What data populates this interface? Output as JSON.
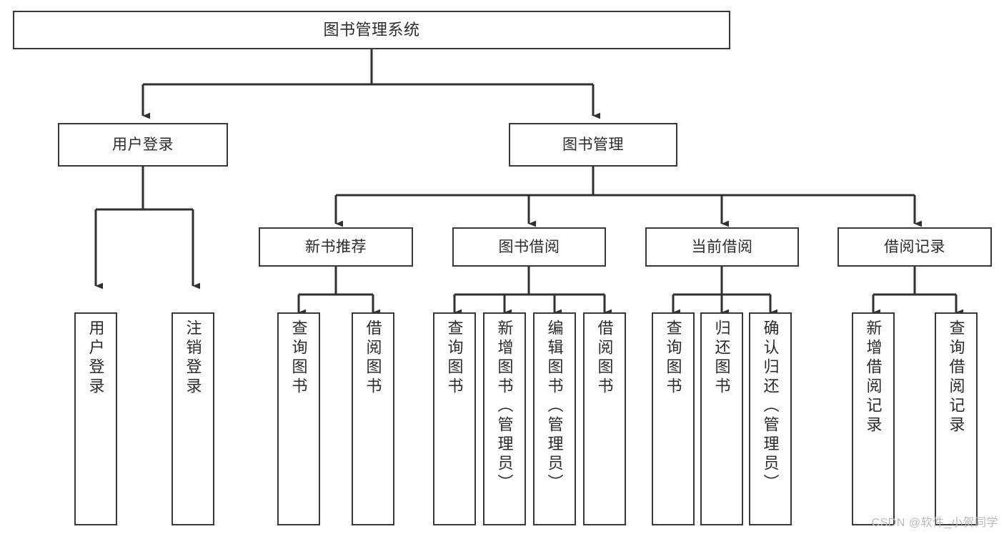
{
  "diagram": {
    "title": "图书管理系统",
    "type": "tree",
    "orientation": "top-down",
    "colors": {
      "box_border": "#38393b",
      "box_fill": "#ffffff",
      "connector": "#2f3032",
      "text": "#2b2b2b",
      "watermark": "#b9b9bb",
      "background": "#ffffff"
    }
  },
  "watermark": {
    "text": "CSDN @软件_小贺同学"
  },
  "nodes": {
    "root": {
      "id": "root",
      "label": "图书管理系统",
      "level": 1,
      "orientation": "horizontal"
    },
    "level2": [
      {
        "id": "user-login",
        "label": "用户登录",
        "level": 2,
        "orientation": "horizontal"
      },
      {
        "id": "book-manage",
        "label": "图书管理",
        "level": 2,
        "orientation": "horizontal"
      }
    ],
    "level3": [
      {
        "id": "new-book-recommend",
        "label": "新书推荐",
        "level": 3,
        "orientation": "horizontal",
        "parent": "book-manage"
      },
      {
        "id": "book-borrow",
        "label": "图书借阅",
        "level": 3,
        "orientation": "horizontal",
        "parent": "book-manage"
      },
      {
        "id": "current-borrow",
        "label": "当前借阅",
        "level": 3,
        "orientation": "horizontal",
        "parent": "book-manage"
      },
      {
        "id": "borrow-record",
        "label": "借阅记录",
        "level": 3,
        "orientation": "horizontal",
        "parent": "book-manage"
      }
    ],
    "leaves": {
      "user-login": [
        {
          "id": "leaf-user-login",
          "label": "用户登录"
        },
        {
          "id": "leaf-logout-login",
          "label": "注销登录"
        }
      ],
      "new-book-recommend": [
        {
          "id": "leaf-query-book-1",
          "label": "查询图书"
        },
        {
          "id": "leaf-borrow-book-1",
          "label": "借阅图书"
        }
      ],
      "book-borrow": [
        {
          "id": "leaf-query-book-2",
          "label": "查询图书"
        },
        {
          "id": "leaf-add-book",
          "label": "新增图书（管理员）"
        },
        {
          "id": "leaf-edit-book",
          "label": "编辑图书（管理员）"
        },
        {
          "id": "leaf-borrow-book-2",
          "label": "借阅图书"
        }
      ],
      "current-borrow": [
        {
          "id": "leaf-query-book-3",
          "label": "查询图书"
        },
        {
          "id": "leaf-return-book",
          "label": "归还图书"
        },
        {
          "id": "leaf-confirm-return",
          "label": "确认归还（管理员）"
        }
      ],
      "borrow-record": [
        {
          "id": "leaf-add-record",
          "label": "新增借阅记录"
        },
        {
          "id": "leaf-query-record",
          "label": "查询借阅记录"
        }
      ]
    }
  }
}
